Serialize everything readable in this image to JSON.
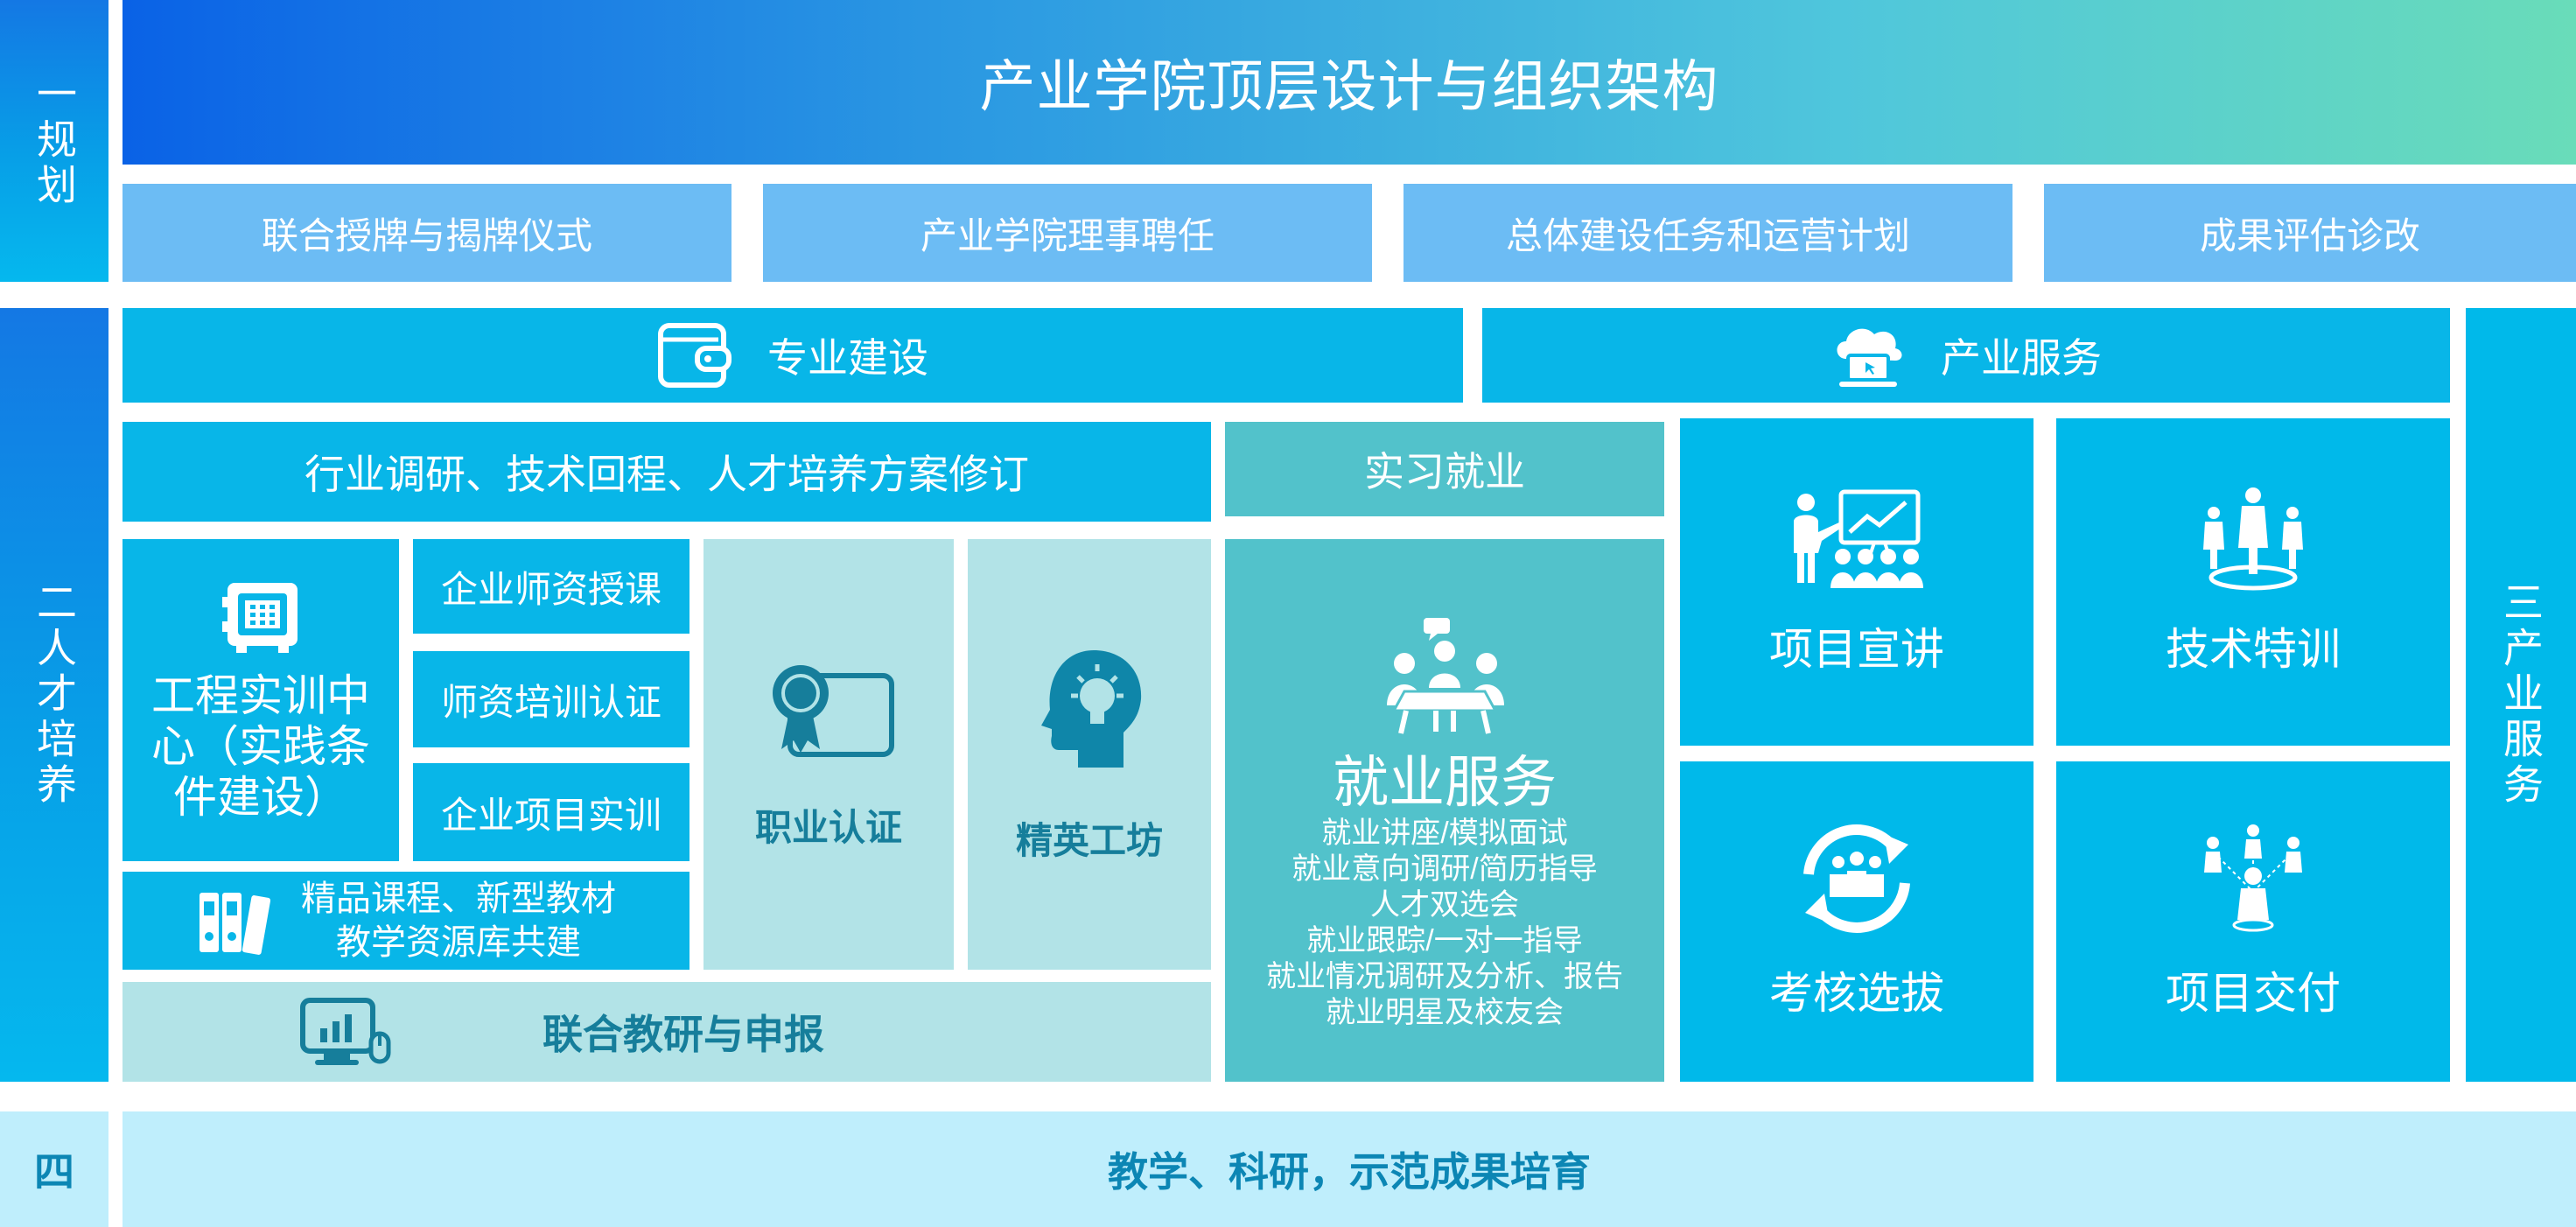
{
  "sections": {
    "one": "一规划",
    "two": "二人才培养",
    "three": "三产业服务",
    "four": "四"
  },
  "title": "产业学院顶层设计与组织架构",
  "planning_items": [
    "联合授牌与揭牌仪式",
    "产业学院理事聘任",
    "总体建设任务和运营计划",
    "成果评估诊改"
  ],
  "major_build": {
    "label": "专业建设",
    "icon": "wallet-icon"
  },
  "industry_service": {
    "label": "产业服务",
    "icon": "cloud-laptop-icon"
  },
  "research_row": "行业调研、技术回程、人才培养方案修订",
  "internship": "实习就业",
  "training_center": "工程实训中心（实践条件建设）",
  "small_items": [
    "企业师资授课",
    "师资培训认证",
    "企业项目实训"
  ],
  "courses": {
    "line1": "精品课程、新型教材",
    "line2": "教学资源库共建",
    "icon": "binders-icon"
  },
  "cert": {
    "label": "职业认证",
    "icon": "certificate-icon"
  },
  "elite": {
    "label": "精英工坊",
    "icon": "head-bulb-icon"
  },
  "joint_research": {
    "label": "联合教研与申报",
    "icon": "monitor-chart-icon"
  },
  "employment": {
    "title": "就业服务",
    "icon": "meeting-icon",
    "lines": [
      "就业讲座/模拟面试",
      "就业意向调研/简历指导",
      "人才双选会",
      "就业跟踪/一对一指导",
      "就业情况调研及分析、报告",
      "就业明星及校友会"
    ]
  },
  "service_tiles": [
    {
      "label": "项目宣讲",
      "icon": "presentation-icon"
    },
    {
      "label": "技术特训",
      "icon": "team-platform-icon"
    },
    {
      "label": "考核选拔",
      "icon": "cycle-people-icon"
    },
    {
      "label": "项目交付",
      "icon": "network-people-icon"
    }
  ],
  "bottom": "教学、科研，示范成果培育"
}
